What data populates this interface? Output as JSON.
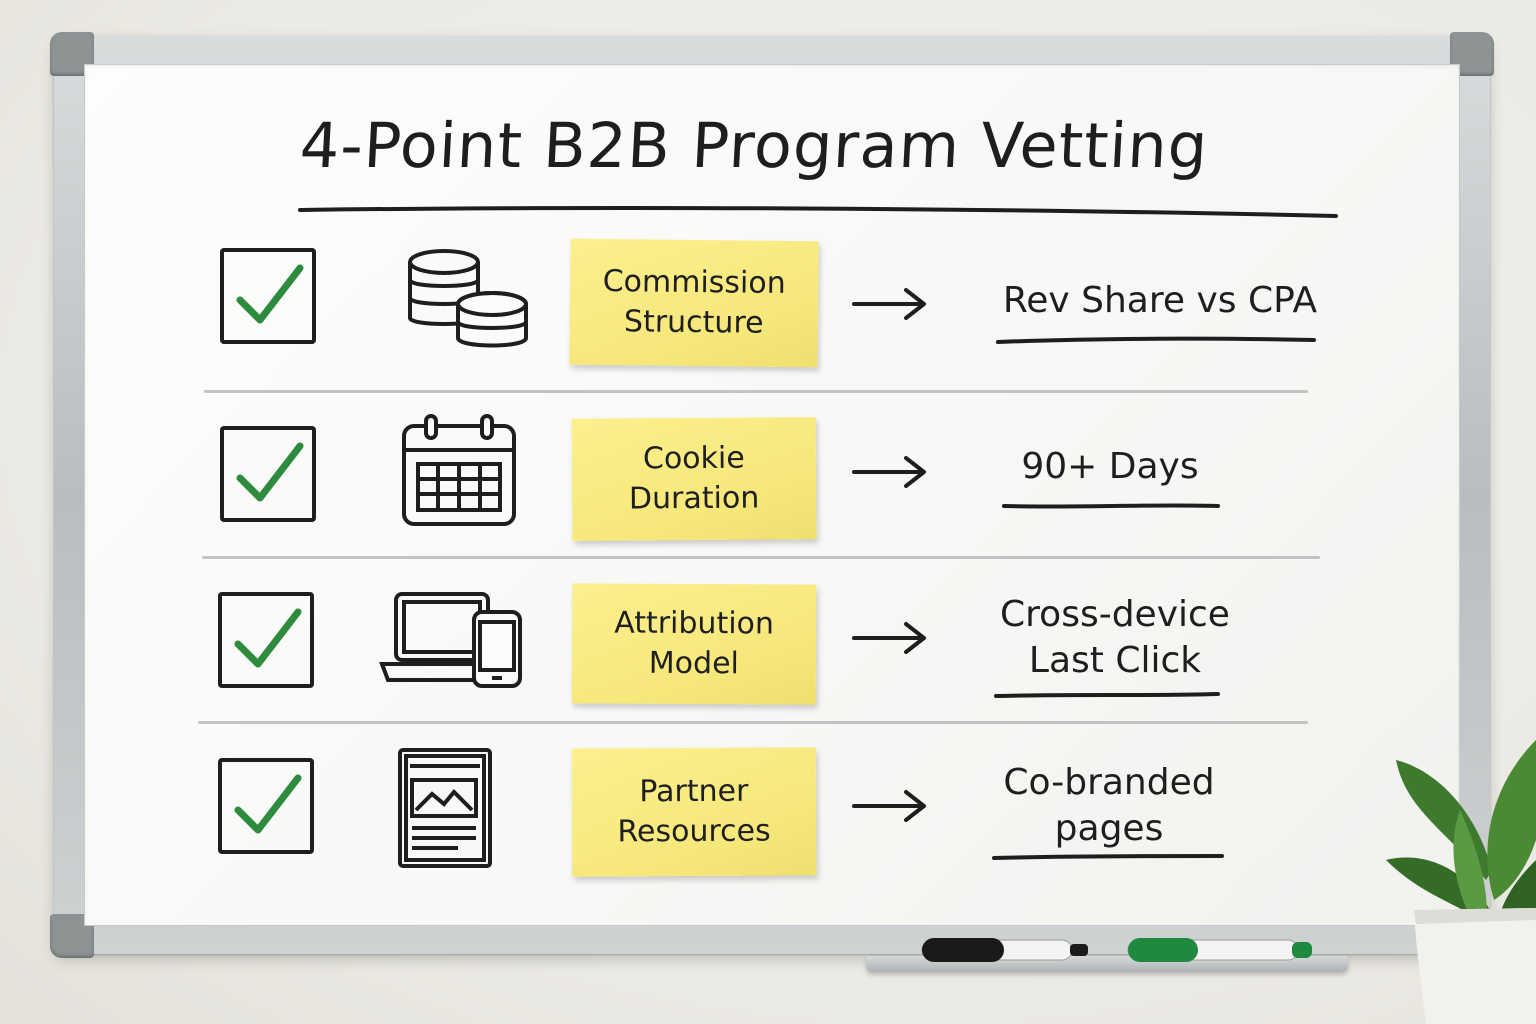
{
  "board": {
    "title": "4-Point B2B Program Vetting",
    "rows": [
      {
        "checked": true,
        "icon": "coins-stack-icon",
        "label": "Commission\nStructure",
        "result": "Rev Share vs CPA"
      },
      {
        "checked": true,
        "icon": "calendar-icon",
        "label": "Cookie\nDuration",
        "result": "90+ Days"
      },
      {
        "checked": true,
        "icon": "laptop-phone-icon",
        "label": "Attribution\nModel",
        "result": "Cross-device\nLast Click"
      },
      {
        "checked": true,
        "icon": "document-image-icon",
        "label": "Partner\nResources",
        "result": "Co-branded\npages"
      }
    ]
  },
  "colors": {
    "ink": "#1e1e1e",
    "check": "#2e8b3e",
    "sticky": "#f8ea7e",
    "marker_green": "#1f8a3f",
    "marker_black": "#1a1a1a"
  }
}
